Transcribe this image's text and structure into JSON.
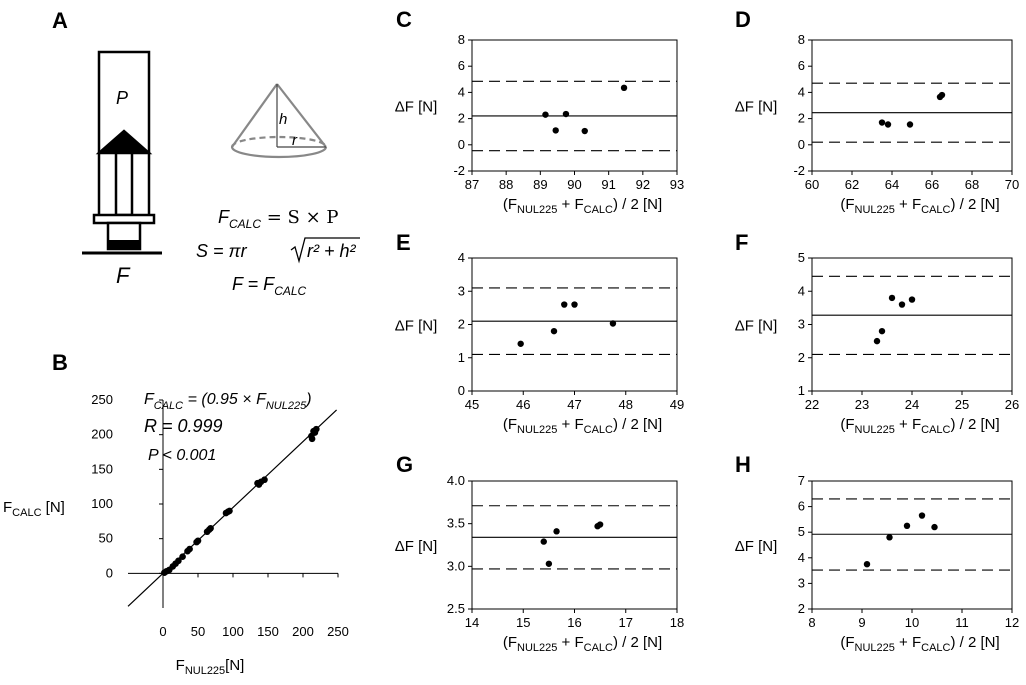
{
  "panel_letters": {
    "a": "A",
    "b": "B",
    "c": "C",
    "d": "D",
    "e": "E",
    "f": "F",
    "g": "G",
    "h": "H"
  },
  "schematic": {
    "pressure_label": "P",
    "force_label": "F",
    "height_label": "h",
    "radius_label": "r",
    "eq1": {
      "lhs": "F",
      "lhs_sub": "CALC",
      "rhs": " = S × P"
    },
    "eq2": {
      "lhs": "S = πr",
      "radicand": "r² + h²"
    },
    "eq3": {
      "lhs": "F = F",
      "lhs_sub": "CALC"
    }
  },
  "regression_text": {
    "line1": {
      "pre": "F",
      "sub1": "CALC",
      "mid": " = (0.95 × F",
      "sub2": "NUL225",
      "post": ")"
    },
    "line2": "R = 0.999",
    "line3": "P < 0.001"
  },
  "chart_data": [
    {
      "id": "B",
      "type": "scatter",
      "xlabel": {
        "main": "F",
        "sub": "NUL225",
        "post": "[N]"
      },
      "ylabel": {
        "main": "F",
        "sub": "CALC",
        "post": " [N]"
      },
      "xlim": [
        -50,
        250
      ],
      "ylim": [
        -50,
        250
      ],
      "xticks": [
        0,
        50,
        100,
        150,
        200,
        250
      ],
      "yticks": [
        0,
        50,
        100,
        150,
        200,
        250
      ],
      "points": [
        [
          2,
          1
        ],
        [
          5,
          3
        ],
        [
          9,
          5
        ],
        [
          14,
          10
        ],
        [
          18,
          14
        ],
        [
          22,
          18
        ],
        [
          28,
          24
        ],
        [
          35,
          32
        ],
        [
          38,
          35
        ],
        [
          48,
          45
        ],
        [
          50,
          47
        ],
        [
          63,
          60
        ],
        [
          66,
          63
        ],
        [
          68,
          65
        ],
        [
          90,
          87
        ],
        [
          93,
          89
        ],
        [
          95,
          90
        ],
        [
          135,
          130
        ],
        [
          137,
          128
        ],
        [
          140,
          132
        ],
        [
          145,
          135
        ],
        [
          212,
          198
        ],
        [
          213,
          194
        ],
        [
          215,
          205
        ],
        [
          217,
          203
        ],
        [
          219,
          208
        ]
      ],
      "fit_line": {
        "slope": 0.95,
        "intercept": 0,
        "x_range": [
          -50,
          248
        ]
      }
    },
    {
      "id": "C",
      "type": "scatter",
      "ylabel": "ΔF [N]",
      "xlabel": {
        "pre": "(F",
        "sub1": "NUL225",
        "mid": " + F",
        "sub2": "CALC",
        "post": ") / 2 [N]"
      },
      "xlim": [
        87,
        93
      ],
      "ylim": [
        -2,
        8
      ],
      "xticks": [
        87,
        88,
        89,
        90,
        91,
        92,
        93
      ],
      "yticks": [
        -2,
        0,
        2,
        4,
        6,
        8
      ],
      "points": [
        [
          89.15,
          2.3
        ],
        [
          89.45,
          1.1
        ],
        [
          89.75,
          2.35
        ],
        [
          90.3,
          1.05
        ],
        [
          91.45,
          4.35
        ]
      ],
      "mean_line": 2.2,
      "upper_line": 4.85,
      "lower_line": -0.45
    },
    {
      "id": "D",
      "type": "scatter",
      "ylabel": "ΔF [N]",
      "xlabel": {
        "pre": "(F",
        "sub1": "NUL225",
        "mid": " + F",
        "sub2": "CALC",
        "post": ") / 2 [N]"
      },
      "xlim": [
        60,
        70
      ],
      "ylim": [
        -2,
        8
      ],
      "xticks": [
        60,
        62,
        64,
        66,
        68,
        70
      ],
      "yticks": [
        -2,
        0,
        2,
        4,
        6,
        8
      ],
      "points": [
        [
          63.5,
          1.7
        ],
        [
          63.8,
          1.55
        ],
        [
          64.9,
          1.55
        ],
        [
          66.4,
          3.65
        ],
        [
          66.5,
          3.8
        ]
      ],
      "mean_line": 2.45,
      "upper_line": 4.7,
      "lower_line": 0.2
    },
    {
      "id": "E",
      "type": "scatter",
      "ylabel": "ΔF [N]",
      "xlabel": {
        "pre": "(F",
        "sub1": "NUL225",
        "mid": " + F",
        "sub2": "CALC",
        "post": ") / 2 [N]"
      },
      "xlim": [
        45,
        49
      ],
      "ylim": [
        0,
        4
      ],
      "xticks": [
        45,
        46,
        47,
        48,
        49
      ],
      "yticks": [
        0,
        1,
        2,
        3,
        4
      ],
      "points": [
        [
          45.95,
          1.42
        ],
        [
          46.6,
          1.8
        ],
        [
          46.8,
          2.6
        ],
        [
          47.0,
          2.6
        ],
        [
          47.75,
          2.03
        ]
      ],
      "mean_line": 2.1,
      "upper_line": 3.1,
      "lower_line": 1.1
    },
    {
      "id": "F",
      "type": "scatter",
      "ylabel": "ΔF [N]",
      "xlabel": {
        "pre": "(F",
        "sub1": "NUL225",
        "mid": " + F",
        "sub2": "CALC",
        "post": ") / 2 [N]"
      },
      "xlim": [
        22,
        26
      ],
      "ylim": [
        1,
        5
      ],
      "xticks": [
        22,
        23,
        24,
        25,
        26
      ],
      "yticks": [
        1,
        2,
        3,
        4,
        5
      ],
      "points": [
        [
          23.3,
          2.5
        ],
        [
          23.4,
          2.8
        ],
        [
          23.6,
          3.8
        ],
        [
          23.8,
          3.6
        ],
        [
          24.0,
          3.75
        ]
      ],
      "mean_line": 3.28,
      "upper_line": 4.45,
      "lower_line": 2.1
    },
    {
      "id": "G",
      "type": "scatter",
      "ylabel": "ΔF [N]",
      "xlabel": {
        "pre": "(F",
        "sub1": "NUL225",
        "mid": " + F",
        "sub2": "CALC",
        "post": ") / 2 [N]"
      },
      "xlim": [
        14,
        18
      ],
      "ylim": [
        2.5,
        4.0
      ],
      "xticks": [
        14,
        15,
        16,
        17,
        18
      ],
      "xtick_labels": [
        "14",
        "15",
        "16",
        "17",
        "18"
      ],
      "yticks": [
        2.5,
        3.0,
        3.5,
        4.0
      ],
      "ytick_labels": [
        "2.5",
        "3.0",
        "3.5",
        "4.0"
      ],
      "points": [
        [
          15.4,
          3.29
        ],
        [
          15.5,
          3.03
        ],
        [
          15.65,
          3.41
        ],
        [
          16.45,
          3.47
        ],
        [
          16.5,
          3.49
        ]
      ],
      "mean_line": 3.34,
      "upper_line": 3.71,
      "lower_line": 2.97
    },
    {
      "id": "H",
      "type": "scatter",
      "ylabel": "ΔF [N]",
      "xlabel": {
        "pre": "(F",
        "sub1": "NUL225",
        "mid": " + F",
        "sub2": "CALC",
        "post": ") / 2 [N]"
      },
      "xlim": [
        8,
        12
      ],
      "ylim": [
        2,
        7
      ],
      "xticks": [
        8,
        9,
        10,
        11,
        12
      ],
      "yticks": [
        2,
        3,
        4,
        5,
        6,
        7
      ],
      "points": [
        [
          9.1,
          3.75
        ],
        [
          9.55,
          4.8
        ],
        [
          9.9,
          5.25
        ],
        [
          10.2,
          5.65
        ],
        [
          10.45,
          5.2
        ]
      ],
      "mean_line": 4.92,
      "upper_line": 6.3,
      "lower_line": 3.52
    }
  ]
}
